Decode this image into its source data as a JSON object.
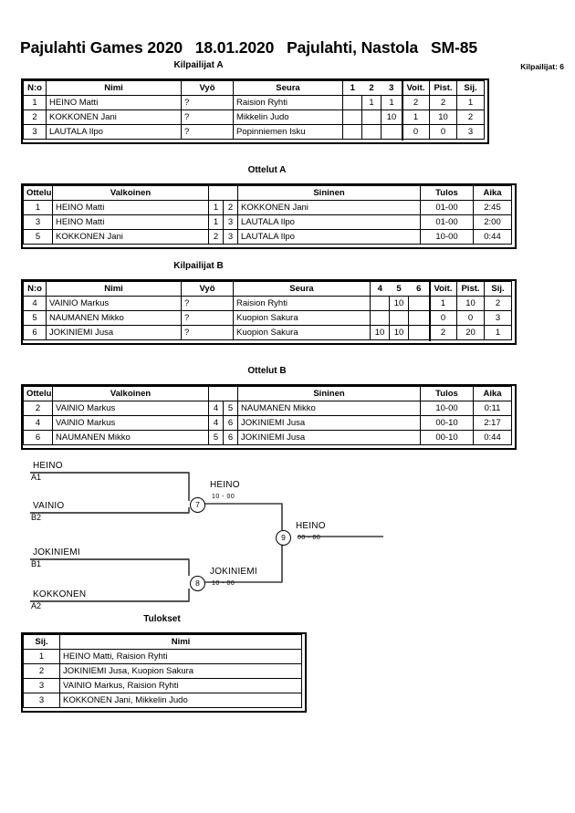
{
  "header": {
    "event": "Pajulahti Games 2020",
    "date": "18.01.2020",
    "venue": "Pajulahti, Nastola",
    "category": "SM-85",
    "entrants": "Kilpailijat: 6"
  },
  "pools": [
    {
      "caption": "Kilpailijat A",
      "columns": [
        "N:o",
        "Nimi",
        "Vyö",
        "Seura",
        "1",
        "2",
        "3",
        "Voit.",
        "Pist.",
        "Sij."
      ],
      "rows": [
        {
          "no": "1",
          "name": "HEINO Matti",
          "belt": "?",
          "club": "Raision Ryhti",
          "s1": "",
          "s2": "1",
          "s3": "1",
          "wins": "2",
          "points": "2",
          "place": "1"
        },
        {
          "no": "2",
          "name": "KOKKONEN Jani",
          "belt": "?",
          "club": "Mikkelin Judo",
          "s1": "",
          "s2": "",
          "s3": "10",
          "wins": "1",
          "points": "10",
          "place": "2"
        },
        {
          "no": "3",
          "name": "LAUTALA Ilpo",
          "belt": "?",
          "club": "Popinniemen Isku",
          "s1": "",
          "s2": "",
          "s3": "",
          "wins": "0",
          "points": "0",
          "place": "3"
        }
      ]
    },
    {
      "caption": "Kilpailijat B",
      "columns": [
        "N:o",
        "Nimi",
        "Vyö",
        "Seura",
        "4",
        "5",
        "6",
        "Voit.",
        "Pist.",
        "Sij."
      ],
      "rows": [
        {
          "no": "4",
          "name": "VAINIO Markus",
          "belt": "?",
          "club": "Raision Ryhti",
          "s1": "",
          "s2": "10",
          "s3": "",
          "wins": "1",
          "points": "10",
          "place": "2"
        },
        {
          "no": "5",
          "name": "NAUMANEN Mikko",
          "belt": "?",
          "club": "Kuopion Sakura",
          "s1": "",
          "s2": "",
          "s3": "",
          "wins": "0",
          "points": "0",
          "place": "3"
        },
        {
          "no": "6",
          "name": "JOKINIEMI Jusa",
          "belt": "?",
          "club": "Kuopion Sakura",
          "s1": "10",
          "s2": "10",
          "s3": "",
          "wins": "2",
          "points": "20",
          "place": "1"
        }
      ]
    }
  ],
  "matches": [
    {
      "caption": "Ottelut A",
      "columns": [
        "Ottelu",
        "Valkoinen",
        "",
        "",
        "Sininen",
        "Tulos",
        "Aika"
      ],
      "rows": [
        {
          "bout": "1",
          "white": "HEINO Matti",
          "wno": "1",
          "bno": "2",
          "blue": "KOKKONEN Jani",
          "result": "01-00",
          "time": "2:45"
        },
        {
          "bout": "3",
          "white": "HEINO Matti",
          "wno": "1",
          "bno": "3",
          "blue": "LAUTALA Ilpo",
          "result": "01-00",
          "time": "2:00"
        },
        {
          "bout": "5",
          "white": "KOKKONEN Jani",
          "wno": "2",
          "bno": "3",
          "blue": "LAUTALA Ilpo",
          "result": "10-00",
          "time": "0:44"
        }
      ]
    },
    {
      "caption": "Ottelut B",
      "columns": [
        "Ottelu",
        "Valkoinen",
        "",
        "",
        "Sininen",
        "Tulos",
        "Aika"
      ],
      "rows": [
        {
          "bout": "2",
          "white": "VAINIO Markus",
          "wno": "4",
          "bno": "5",
          "blue": "NAUMANEN Mikko",
          "result": "10-00",
          "time": "0:11"
        },
        {
          "bout": "4",
          "white": "VAINIO Markus",
          "wno": "4",
          "bno": "6",
          "blue": "JOKINIEMI Jusa",
          "result": "00-10",
          "time": "2:17"
        },
        {
          "bout": "6",
          "white": "NAUMANEN Mikko",
          "wno": "5",
          "bno": "6",
          "blue": "JOKINIEMI Jusa",
          "result": "00-10",
          "time": "0:44"
        }
      ]
    }
  ],
  "bracket": {
    "entries": [
      {
        "name": "HEINO",
        "seed": "A1"
      },
      {
        "name": "VAINIO",
        "seed": "B2"
      },
      {
        "name": "JOKINIEMI",
        "seed": "B1"
      },
      {
        "name": "KOKKONEN",
        "seed": "A2"
      }
    ],
    "nodes": [
      {
        "num": "7",
        "winner": "HEINO",
        "score": "10 - 00"
      },
      {
        "num": "8",
        "winner": "JOKINIEMI",
        "score": "10 - 00"
      },
      {
        "num": "9",
        "winner": "HEINO",
        "score": "00 - 00"
      }
    ]
  },
  "results": {
    "caption": "Tulokset",
    "columns": [
      "Sij.",
      "Nimi"
    ],
    "rows": [
      {
        "place": "1",
        "name": "HEINO Matti, Raision Ryhti"
      },
      {
        "place": "2",
        "name": "JOKINIEMI Jusa, Kuopion Sakura"
      },
      {
        "place": "3",
        "name": "VAINIO Markus, Raision Ryhti"
      },
      {
        "place": "3",
        "name": "KOKKONEN Jani, Mikkelin Judo"
      }
    ]
  }
}
